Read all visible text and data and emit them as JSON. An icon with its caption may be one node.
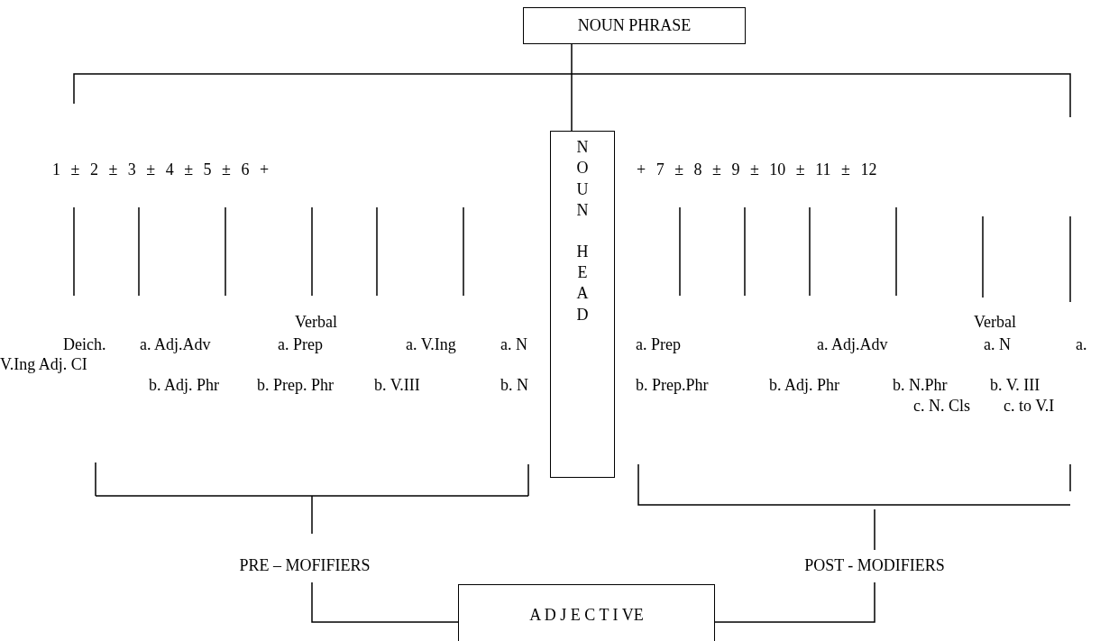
{
  "diagram": {
    "nodes": [
      {
        "text": [
          "NOUN PHRASE"
        ]
      },
      {
        "text": [
          "NOUN",
          "HEAD"
        ]
      },
      {
        "text": [
          "PRE – MOFIFIERS"
        ]
      },
      {
        "text": [
          "POST - MODIFIERS"
        ]
      },
      {
        "text": [
          "A D J E C T I VE"
        ]
      }
    ],
    "edges": [
      {
        "from": 0,
        "to": 1,
        "arrow": "none"
      },
      {
        "from": 2,
        "to": 4,
        "arrow": "none"
      },
      {
        "from": 3,
        "to": 4,
        "arrow": "none"
      }
    ],
    "labels": [
      "1 ± 2 ± 3 ± 4 ± 5 ± 6 +",
      "+ 7 ± 8 ± 9 ± 10 ± 11 ± 12",
      "Verbal",
      "Verbal",
      "Deich.",
      "a. Adj.Adv",
      "a. Prep",
      "a. V.Ing",
      "a. N",
      "a. Prep",
      "a. Adj.Adv",
      "a. N",
      "a.",
      "V.Ing Adj. CI",
      "b. Adj. Phr",
      "b. Prep. Phr",
      "b. V.III",
      "b. N",
      "b. Prep.Phr",
      "b. Adj. Phr",
      "b. N.Phr",
      "b. V. III",
      "c. N. Cls",
      "c. to V.I"
    ]
  }
}
